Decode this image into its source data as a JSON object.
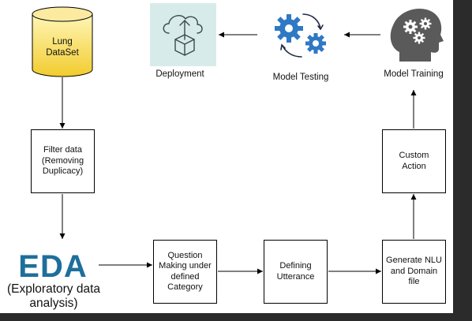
{
  "dataset": {
    "label": "Lung\nDataSet"
  },
  "filter_box": {
    "label": "Filter data\n(Removing\nDuplicacy)"
  },
  "eda": {
    "title": "EDA",
    "subtitle": "(Exploratory data\nanalysis)"
  },
  "question_box": {
    "label": "Question\nMaking under\ndefined\nCategory"
  },
  "utterance_box": {
    "label": "Defining\nUtterance"
  },
  "nlu_box": {
    "label": "Generate NLU\nand Domain\nfile"
  },
  "custom_action_box": {
    "label": "Custom\nAction"
  },
  "model_training": {
    "label": "Model Training",
    "icon": "head-gears-icon"
  },
  "model_testing": {
    "label": "Model Testing",
    "icon": "gears-cycle-icon"
  },
  "deployment": {
    "label": "Deployment",
    "icon": "cloud-upload-box-icon"
  },
  "colors": {
    "dataset_fill": "#f7d64e",
    "eda_blue": "#1e6f9b",
    "gear_blue": "#2f78c4",
    "head_grey": "#5a5a5a",
    "deploy_bg": "#d7ecea"
  }
}
